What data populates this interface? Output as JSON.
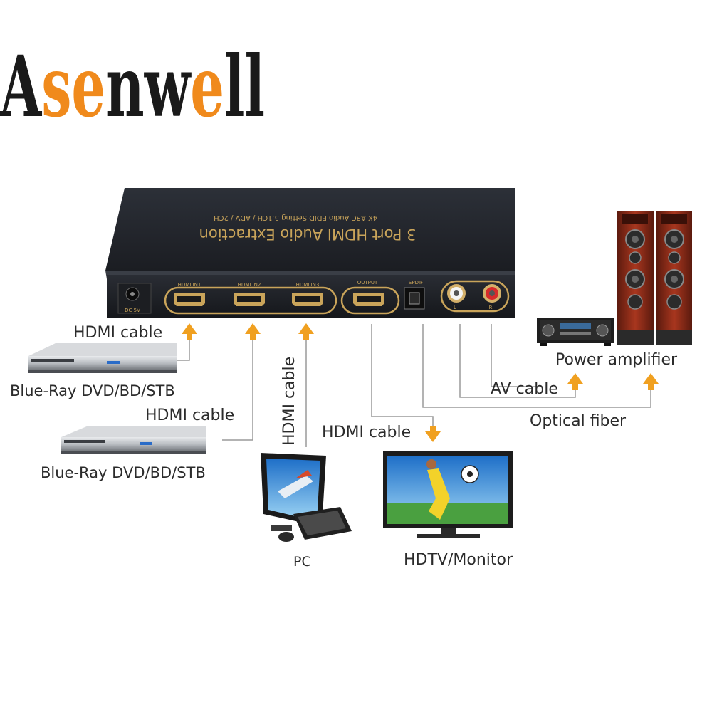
{
  "brand": {
    "logo_text": "Asenwell",
    "letters": [
      "A",
      "s",
      "e",
      "n",
      "w",
      "e",
      "l",
      "l"
    ],
    "primary_color": "#1a1a1a",
    "accent_color": "#f08a1c"
  },
  "device": {
    "title": "3 Port HDMI Audio Extraction",
    "features": "4K  ARC  Audio  EDID Setting  5.1CH / ADV / 2CH",
    "ports": {
      "hdmi_in1": "HDMI IN1",
      "hdmi_in2": "HDMI IN2",
      "hdmi_in3": "HDMI IN3",
      "output": "OUTPUT",
      "spdif": "SPDIF",
      "dc": "DC 5V",
      "left": "L",
      "right": "R"
    },
    "body_color": "#23262d",
    "text_color": "#c9a45a"
  },
  "labels": {
    "hdmi_cable_1": "HDMI cable",
    "bluray_1": "Blue-Ray DVD/BD/STB",
    "hdmi_cable_2": "HDMI cable",
    "bluray_2": "Blue-Ray DVD/BD/STB",
    "hdmi_cable_3": "HDMI cable",
    "pc": "PC",
    "hdmi_cable_4": "HDMI cable",
    "hdtv": "HDTV/Monitor",
    "av_cable": "AV cable",
    "optical": "Optical fiber",
    "amplifier": "Power amplifier"
  },
  "colors": {
    "arrow": "#f0a020",
    "line": "#9a9a9a",
    "speaker_wood": "#8a2a18",
    "screen_sky": "#4aa8e8"
  }
}
